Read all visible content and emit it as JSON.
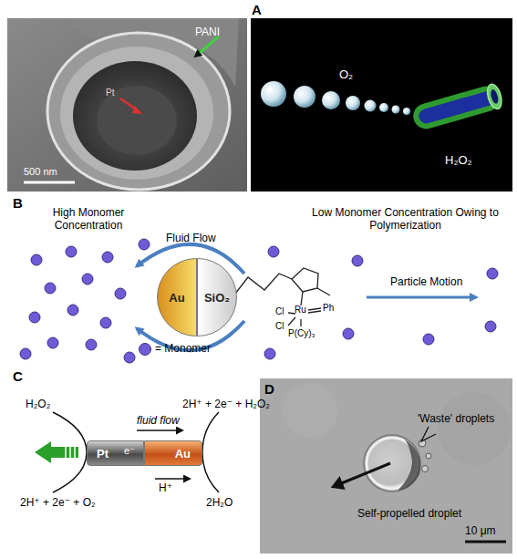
{
  "diagram": {
    "nodes": [
      {
        "text": [
          "Au"
        ]
      },
      {
        "text": [
          "SiO₂"
        ]
      },
      {
        "text": [
          "Pt"
        ]
      },
      {
        "text": [
          "Au"
        ]
      }
    ],
    "labels": [
      "A",
      "PANI",
      "Pt",
      "500 nm",
      "O₂",
      "H₂O₂",
      "B",
      "High Monomer Concentration",
      "Fluid Flow",
      "Low Monomer Concentration Owing to Polymerization",
      "Particle Motion",
      "Cl",
      "Cl",
      "Ru",
      "Ph",
      "P(Cy)₃",
      "C",
      "H₂O₂",
      "fluid flow",
      "2H⁺ + 2e⁻ + H₂O₂",
      "e⁻",
      "H⁺",
      "2H⁺ + 2e⁻ + O₂",
      "2H₂O",
      "D",
      "'Waste' droplets",
      "Self-propelled droplet",
      "10 μm"
    ],
    "legend": [
      {
        "text": "= Monomer",
        "color": "#6e5bd6"
      }
    ]
  }
}
